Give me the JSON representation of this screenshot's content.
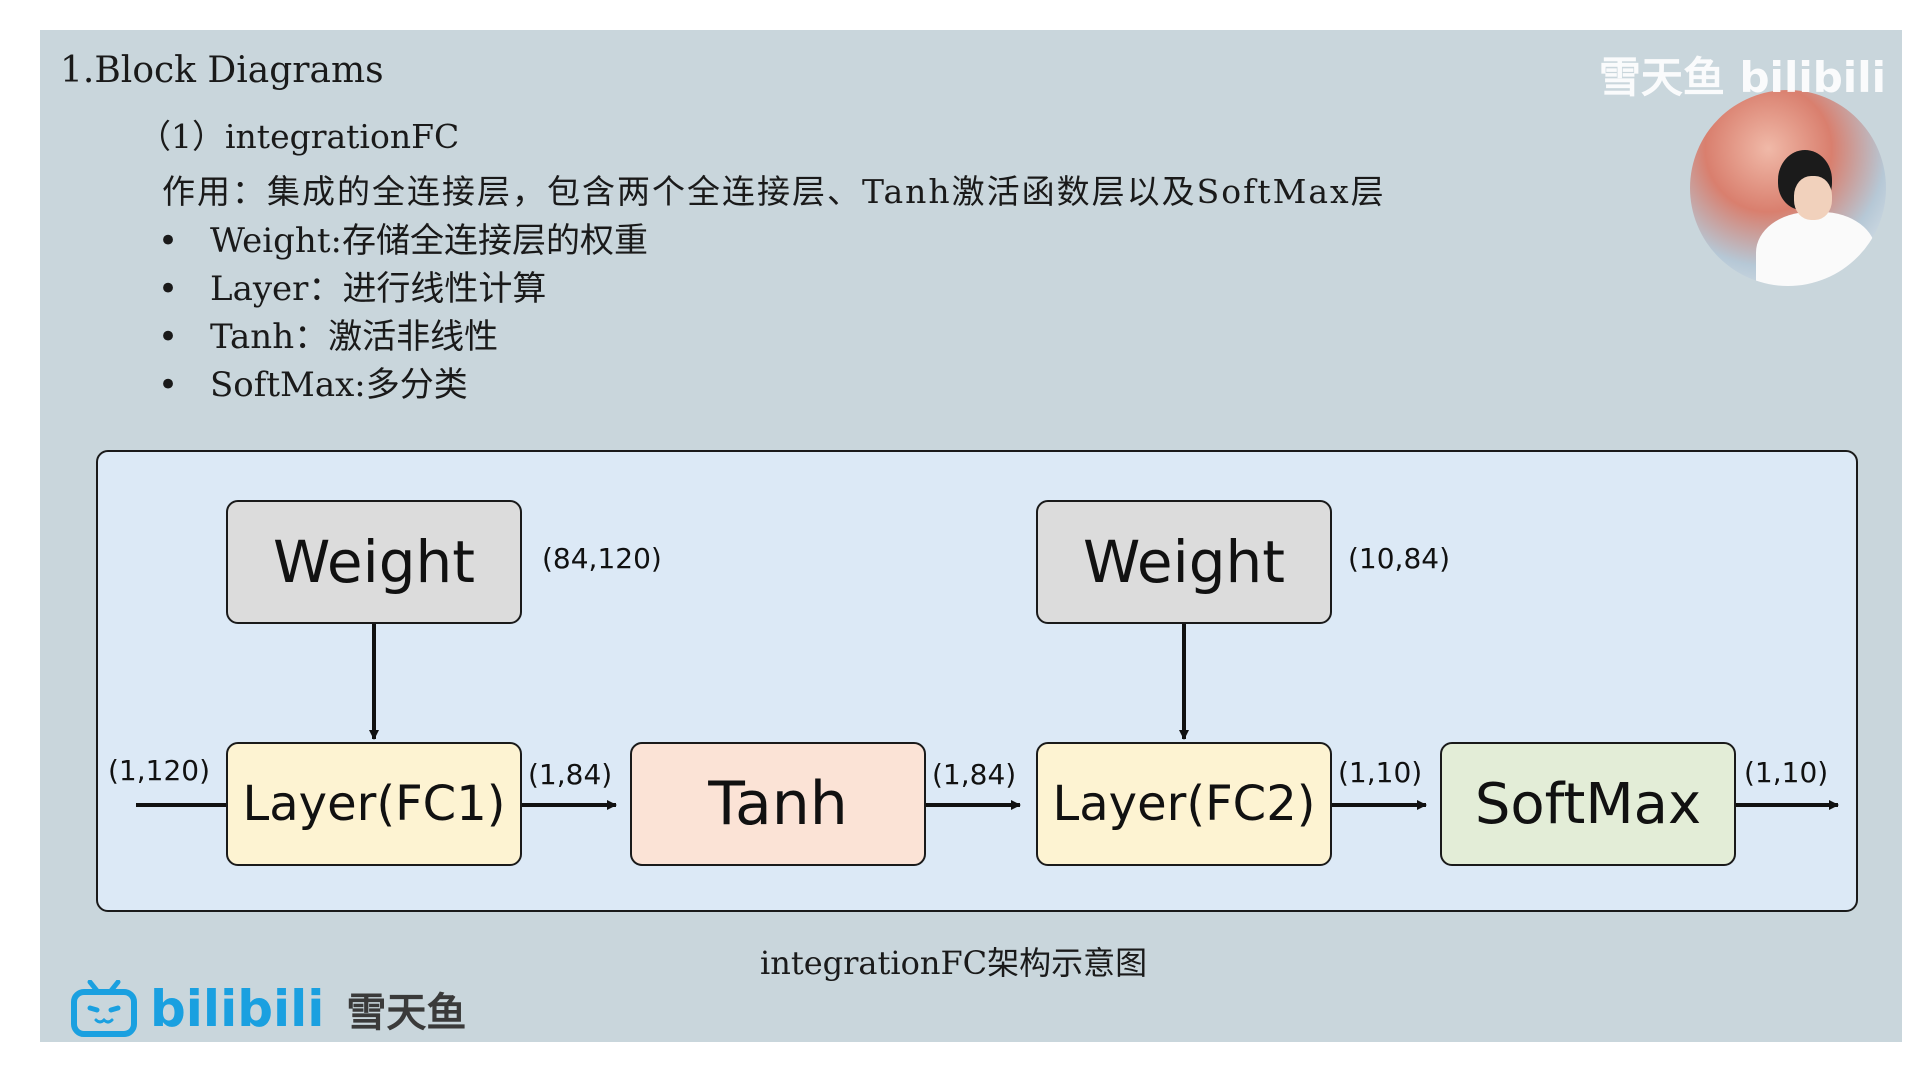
{
  "title": "1.Block Diagrams",
  "subtitle": "（1）integrationFC",
  "description": "作用：集成的全连接层，包含两个全连接层、Tanh激活函数层以及SoftMax层",
  "bullets": [
    {
      "label": "Weight:",
      "text": "存储全连接层的权重"
    },
    {
      "label": "Layer：",
      "text": "进行线性计算"
    },
    {
      "label": "Tanh：",
      "text": "激活非线性"
    },
    {
      "label": "SoftMax:",
      "text": "多分类"
    }
  ],
  "diagram": {
    "nodes": {
      "weight1": "Weight",
      "weight2": "Weight",
      "fc1": "Layer(FC1)",
      "tanh": "Tanh",
      "fc2": "Layer(FC2)",
      "softmax": "SoftMax"
    },
    "dims": {
      "weight1": "(84,120)",
      "weight2": "(10,84)",
      "input": "(1,120)",
      "fc1_out": "(1,84)",
      "tanh_out": "(1,84)",
      "fc2_out": "(1,10)",
      "output": "(1,10)"
    }
  },
  "caption": "integrationFC架构示意图",
  "watermark": {
    "top_text": "雪天鱼 bilibili",
    "bottom_brand": "bilibili",
    "bottom_name": "雪天鱼",
    "brand_color": "#1aa0e0"
  }
}
